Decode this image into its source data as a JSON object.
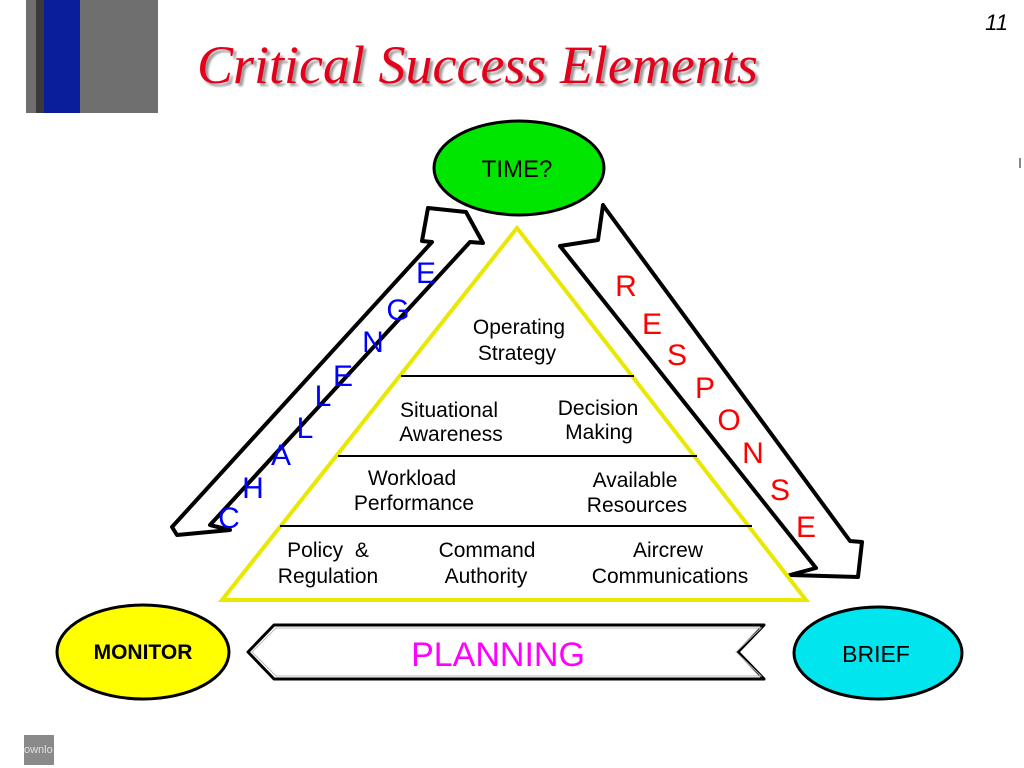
{
  "slide": {
    "page_number": "11",
    "title": "Critical Success Elements",
    "footer_fragment": "ownlo"
  },
  "diagram": {
    "time_label": "TIME?",
    "monitor_label": "MONITOR",
    "brief_label": "BRIEF",
    "planning_label": "PLANNING",
    "challenge_letters": [
      "C",
      "H",
      "A",
      "L",
      "L",
      "E",
      "N",
      "G",
      "E"
    ],
    "response_letters": [
      "R",
      "E",
      "S",
      "P",
      "O",
      "N",
      "S",
      "E"
    ],
    "pyramid": {
      "tier1": {
        "line1": "Operating",
        "line2": "Strategy"
      },
      "tier2_left": {
        "line1": "Situational",
        "line2": "Awareness"
      },
      "tier2_right": {
        "line1": "Decision",
        "line2": "Making"
      },
      "tier3_left": {
        "line1": "Workload",
        "line2": "Performance"
      },
      "tier3_right": {
        "line1": "Available",
        "line2": "Resources"
      },
      "tier4_left": {
        "line1": "Policy  &",
        "line2": "Regulation"
      },
      "tier4_middle": {
        "line1": "Command",
        "line2": "Authority"
      },
      "tier4_right": {
        "line1": "Aircrew",
        "line2": "Communications"
      }
    },
    "colors": {
      "title": "#e4001b",
      "challenge": "#0000ff",
      "response": "#ff0000",
      "planning": "#ff00ff",
      "time_fill": "#00e600",
      "monitor_fill": "#ffff00",
      "brief_fill": "#00e5ee",
      "pyramid_outline": "#e8e800"
    }
  }
}
